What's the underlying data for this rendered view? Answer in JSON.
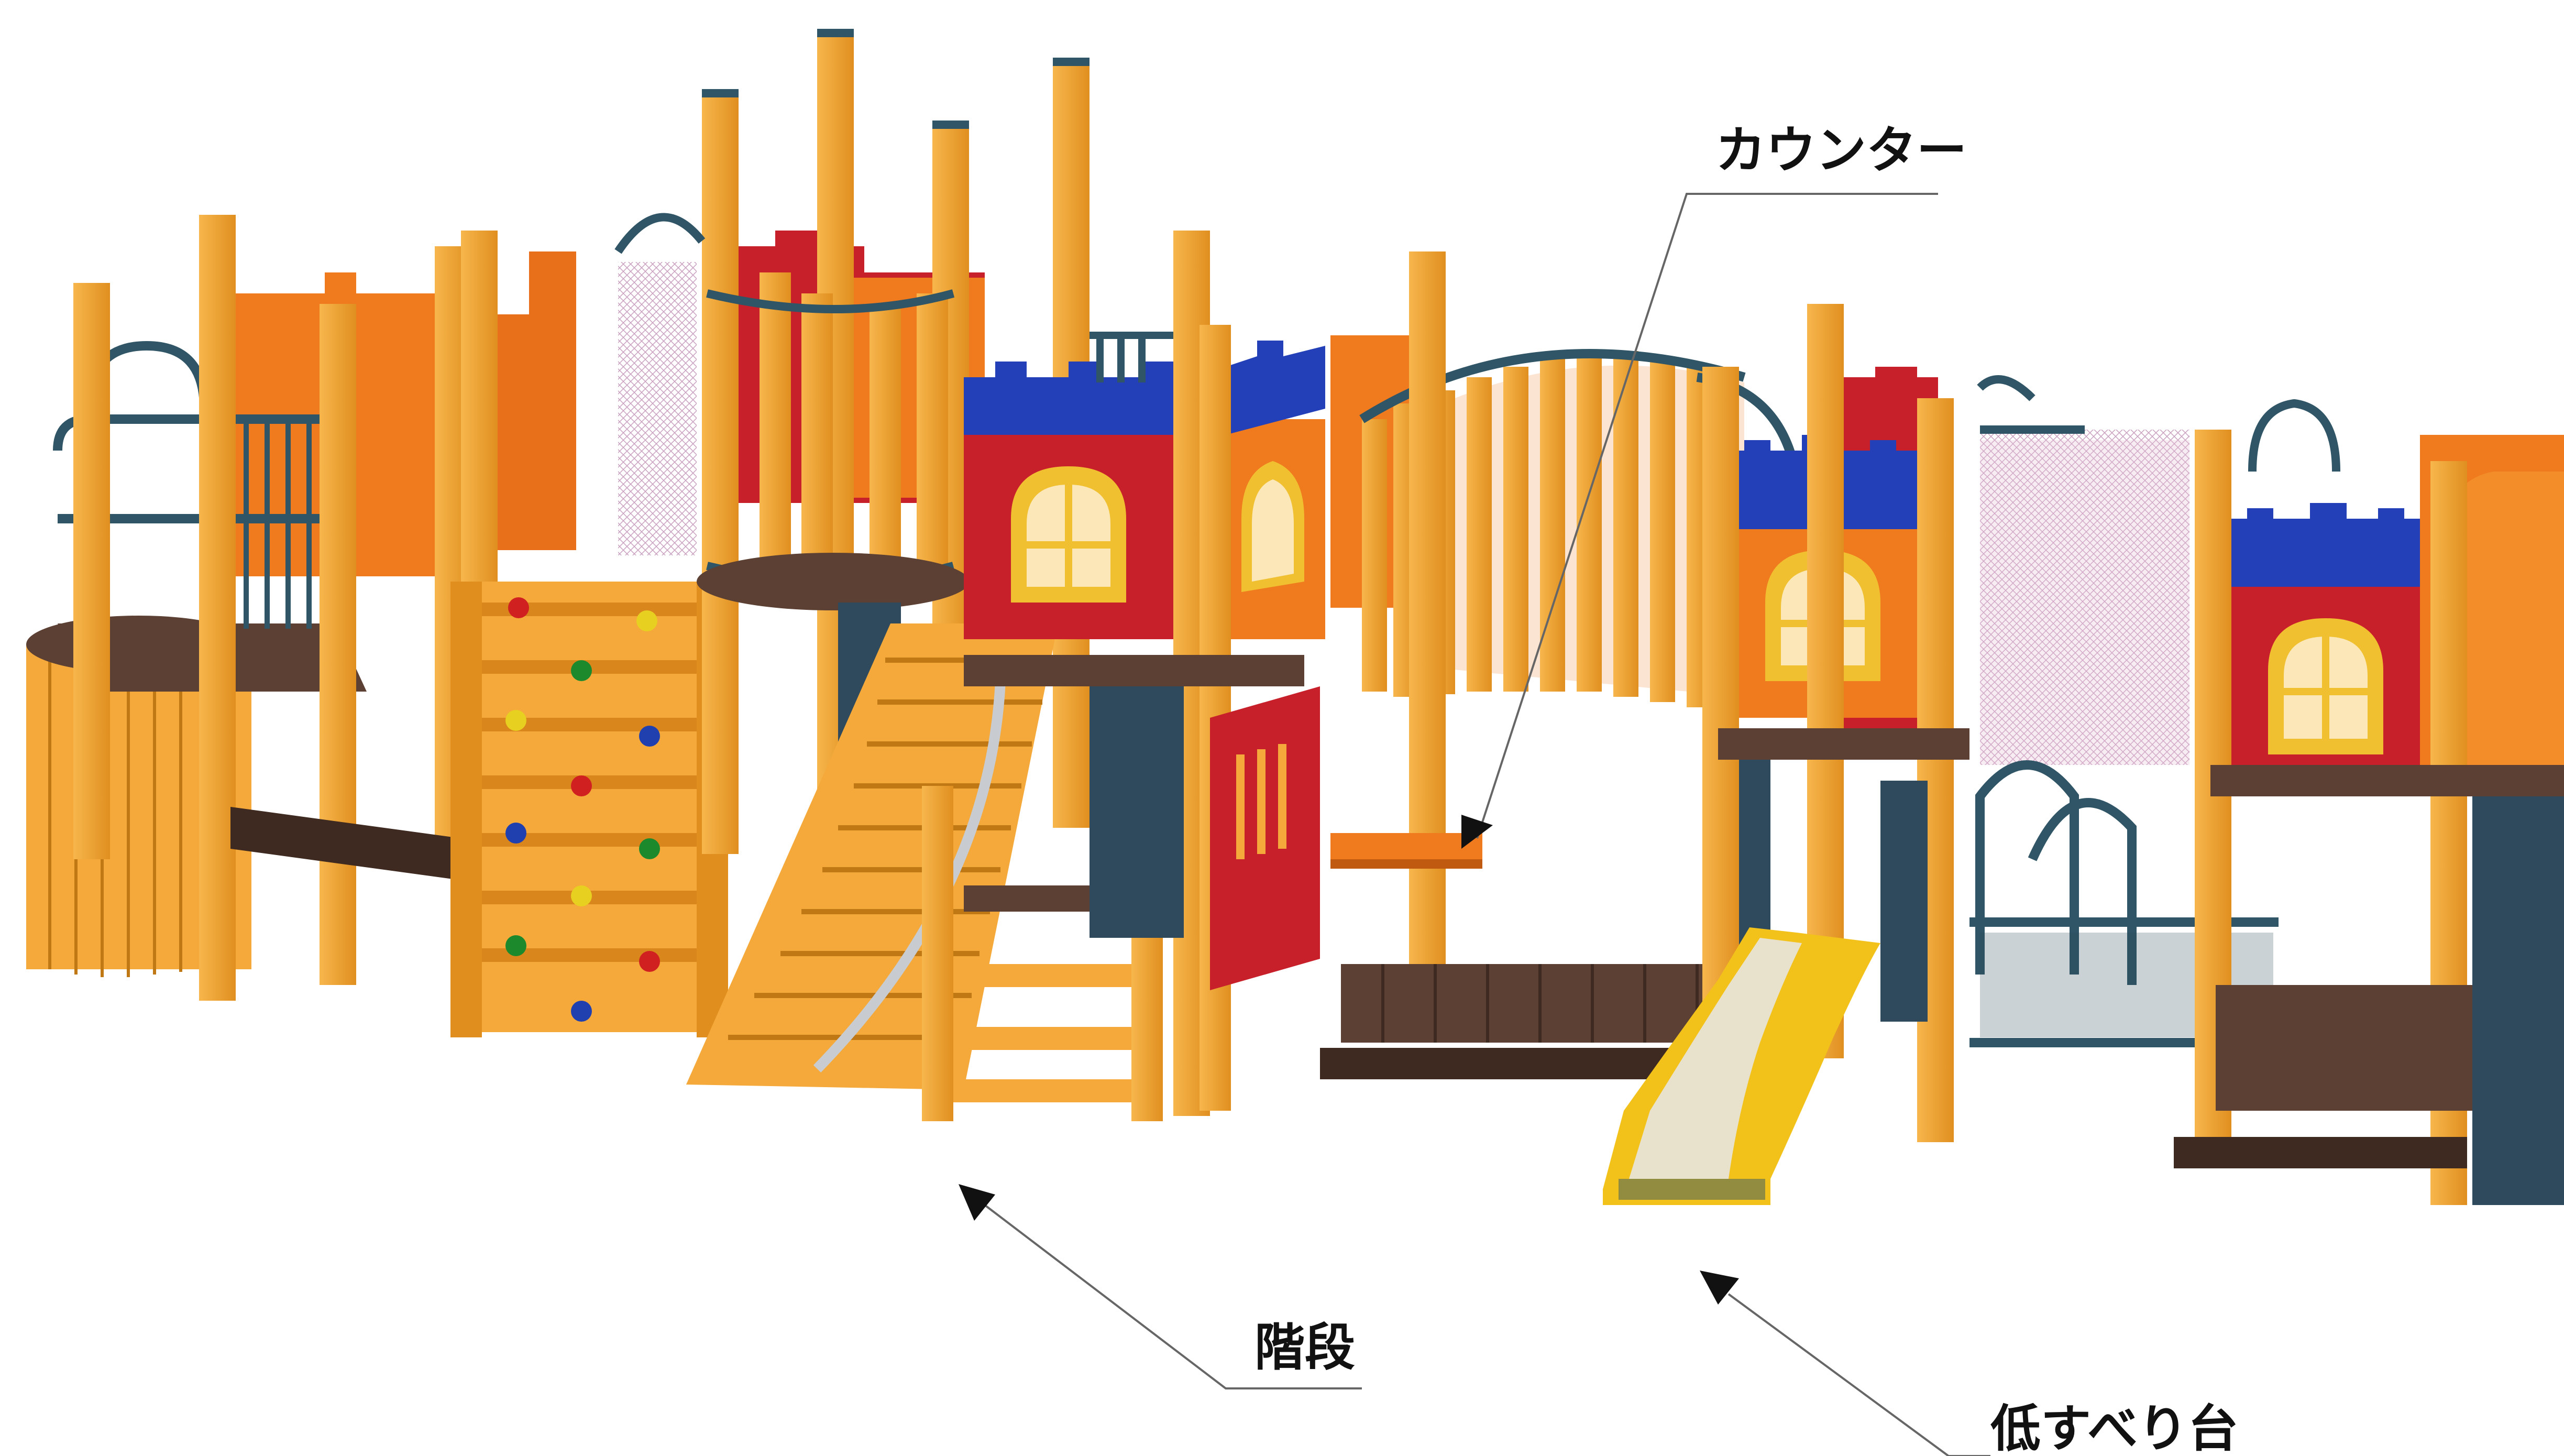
{
  "labels": {
    "counter": "カウンター",
    "stairs": "階段",
    "low_slide": "低すべり台"
  },
  "colors": {
    "wood": "#F4A93A",
    "wood_dark": "#D9861C",
    "deck": "#5B4033",
    "deck_dark": "#3E2A20",
    "red_panel": "#C8202A",
    "orange_panel": "#F07A1E",
    "blue_trim": "#2340B8",
    "rail": "#2F5566",
    "navy_panel": "#2E4A5C",
    "window_frame": "#F0C030",
    "window_glass": "#FBE7B8",
    "slide_yellow": "#F2C21A",
    "slide_bed": "#E8E2CC",
    "net": "#E8C0D8",
    "leader": "#666666",
    "text": "#111111"
  },
  "icons": {
    "arrowhead": "triangle-arrow-icon"
  }
}
